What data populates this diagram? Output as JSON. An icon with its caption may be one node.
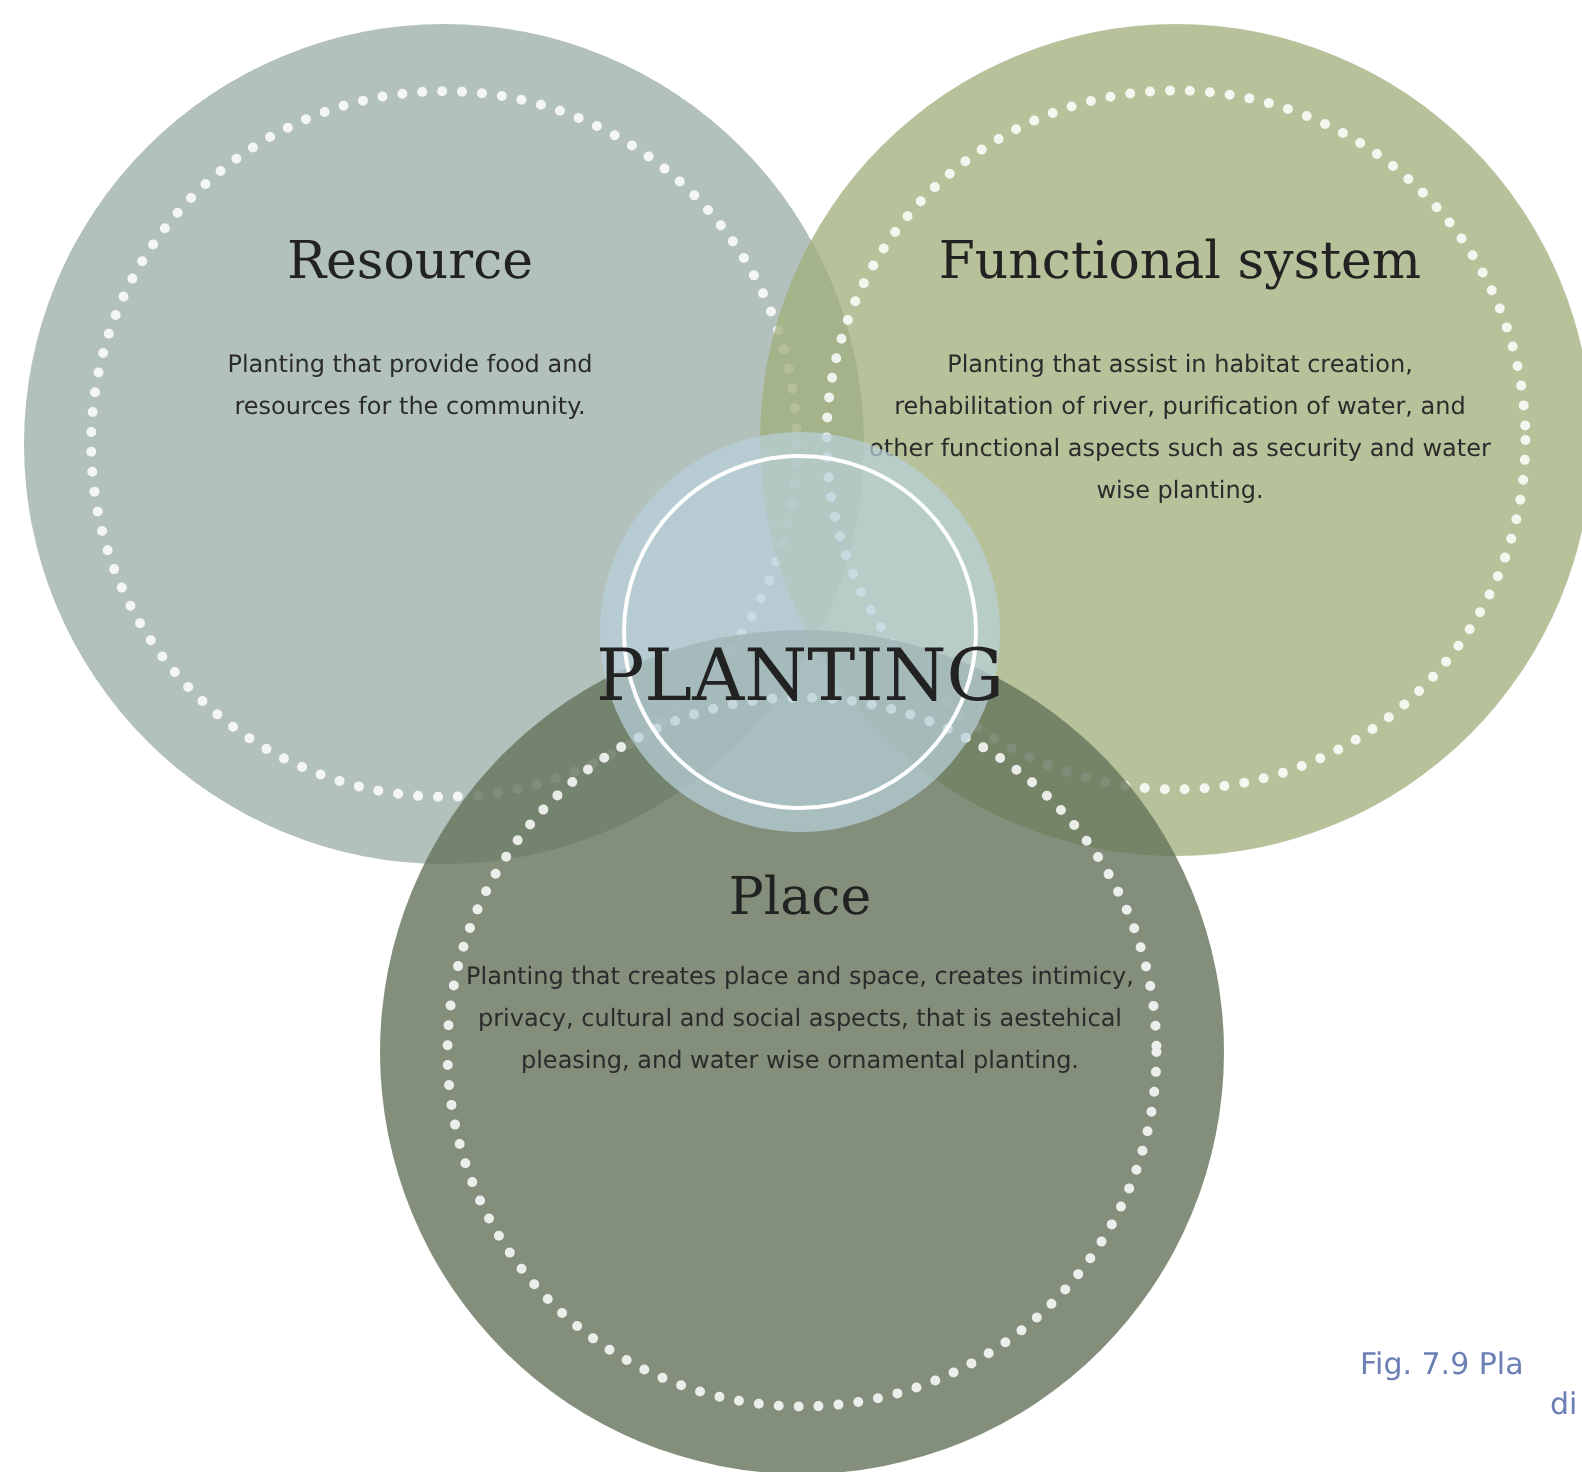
{
  "diagram": {
    "nodes": [
      {
        "text": [
          "Resource",
          "Planting that provide food and resources for the community."
        ]
      },
      {
        "text": [
          "Functional system",
          "Planting that assist in habitat creation, rehabilitation of river, purification of water, and other functional aspects such as security and water wise planting."
        ]
      },
      {
        "text": [
          "Place",
          "Planting that creates place and space, creates intimicy, privacy, cultural and social aspects, that is aestehical pleasing, and water wise ornamental planting."
        ]
      },
      {
        "text": [
          "PLANTING"
        ]
      }
    ],
    "labels": [
      "Fig. 7.9 Pla",
      "di"
    ]
  }
}
